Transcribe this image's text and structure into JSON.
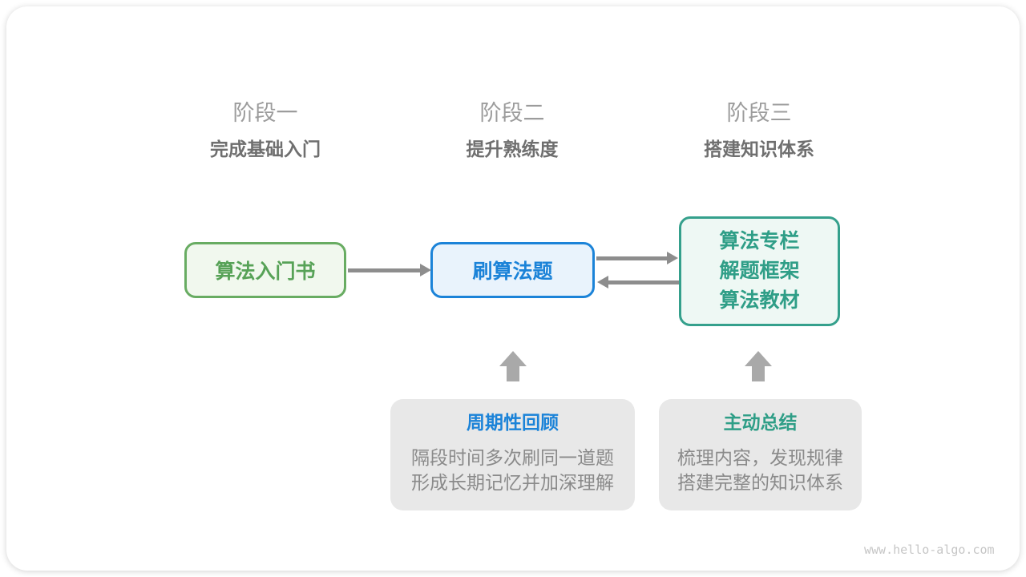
{
  "stages": [
    {
      "label": "阶段一",
      "subtitle": "完成基础入门"
    },
    {
      "label": "阶段二",
      "subtitle": "提升熟练度"
    },
    {
      "label": "阶段三",
      "subtitle": "搭建知识体系"
    }
  ],
  "nodes": {
    "intro_book": {
      "label": "算法入门书"
    },
    "practice": {
      "label": "刷算法题"
    },
    "resources": {
      "lines": [
        "算法专栏",
        "解题框架",
        "算法教材"
      ]
    }
  },
  "notes": {
    "review": {
      "title": "周期性回顾",
      "lines": [
        "隔段时间多次刷同一道题",
        "形成长期记忆并加深理解"
      ]
    },
    "summarize": {
      "title": "主动总结",
      "lines": [
        "梳理内容，发现规律",
        "搭建完整的知识体系"
      ]
    }
  },
  "watermark": "www.hello-algo.com",
  "colors": {
    "green_text": "#57a257",
    "green_border": "#68ac62",
    "green_bg": "#f1f8ee",
    "blue": "#1b83d8",
    "blue_bg": "#e9f3fc",
    "teal_text": "#2f9e87",
    "teal_border": "#35a08c",
    "teal_bg": "#eef8f4",
    "stage_label_gray": "#9c9c9c",
    "stage_sub_gray": "#6f6f6f",
    "connector_gray": "#8d8d8d",
    "block_arrow_gray": "#a9a9a9",
    "note_bg": "#e8e8e8",
    "note_text_gray": "#8a8a8a",
    "watermark_gray": "#c6c6c6"
  }
}
